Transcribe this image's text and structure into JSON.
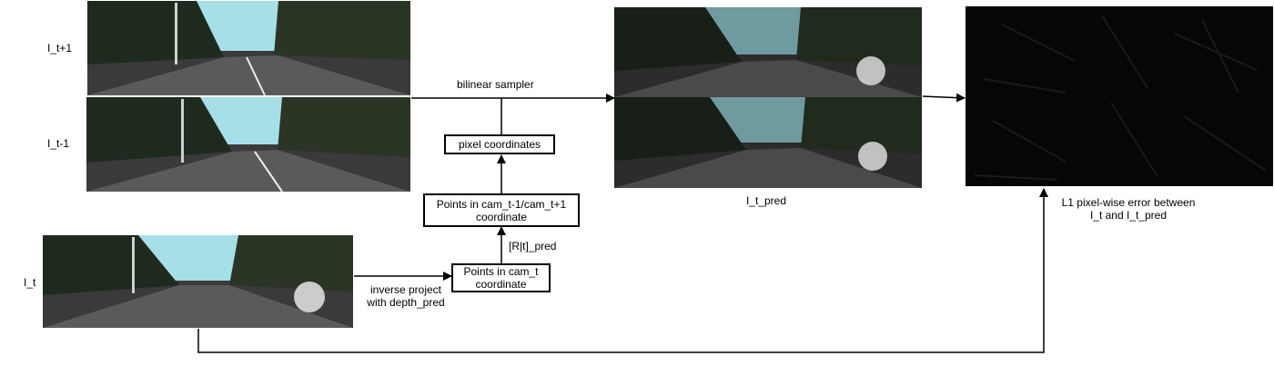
{
  "labels": {
    "frame_t_plus_1": "I_t+1",
    "frame_t_minus_1": "I_t-1",
    "frame_t": "I_t",
    "pred": "I_t_pred",
    "error_line1": "L1 pixel-wise error between",
    "error_line2": "I_t and I_t_pred",
    "sampler": "bilinear sampler",
    "inverse_line1": "inverse project",
    "inverse_line2": "with  depth_pred",
    "pose": "[R|t]_pred"
  },
  "boxes": {
    "pixel_coords": "pixel coordinates",
    "cam_t1_line1": "Points in cam_t-1/cam_t+1",
    "cam_t1_line2": "coordinate",
    "cam_t_line1": "Points in cam_t",
    "cam_t_line2": "coordinate"
  }
}
